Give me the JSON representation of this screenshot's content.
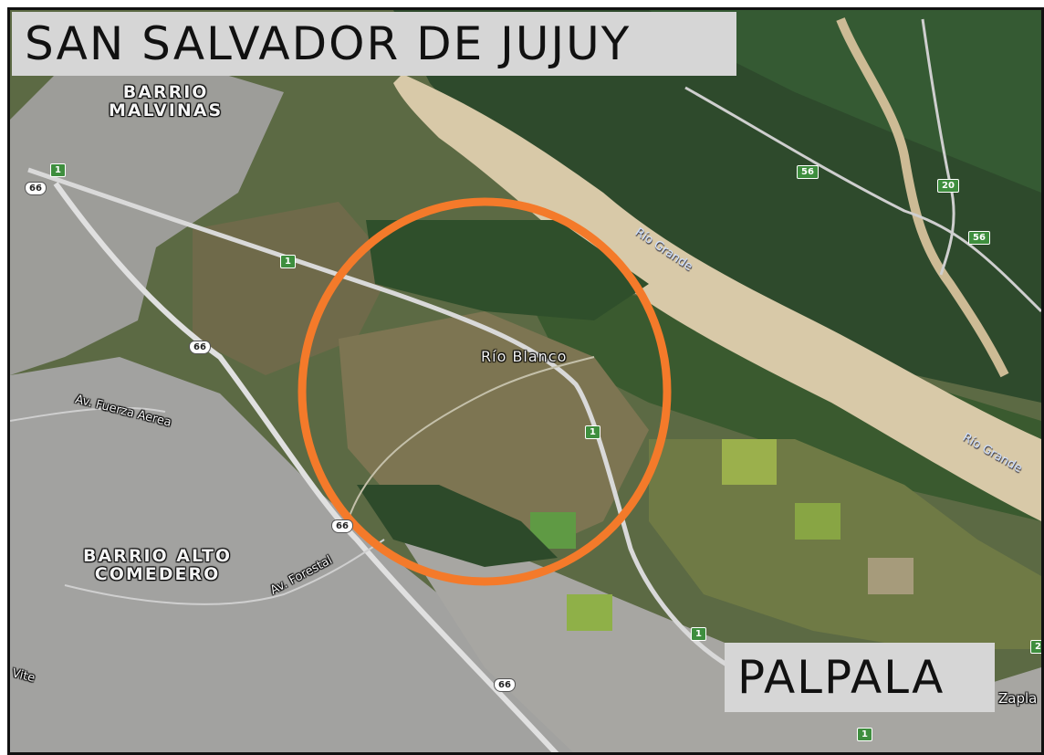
{
  "titles": {
    "top": "SAN SALVADOR DE JUJUY",
    "bottom": "PALPALA"
  },
  "places": {
    "malvinas_1": "BARRIO",
    "malvinas_2": "MALVINAS",
    "alto_1": "BARRIO ALTO",
    "alto_2": "COMEDERO",
    "rio_blanco": "Río Blanco",
    "zapla": "Zapla"
  },
  "roads": {
    "fuerza_aerea": "Av. Fuerza Aerea",
    "forestal": "Av. Forestal",
    "vite": "Vite"
  },
  "rivers": {
    "grande_1": "Río Grande",
    "grande_2": "Río Grande"
  },
  "shields": {
    "r1_a": "1",
    "r1_b": "1",
    "r1_c": "1",
    "r1_d": "1",
    "r1_e": "1",
    "r56_a": "56",
    "r56_b": "56",
    "r20": "20",
    "r2": "2",
    "r66_a": "66",
    "r66_b": "66",
    "r66_c": "66",
    "r66_d": "66"
  },
  "colors": {
    "highlight_circle": "#f47a2a",
    "forest": "#2f4a2a",
    "riverbed": "#d8c9a8",
    "urban": "#9a9a98",
    "fields": "#7e7a55",
    "route_shield": "#3e8e3e"
  },
  "icons": {
    "highlight": "orange-circle-outline"
  }
}
